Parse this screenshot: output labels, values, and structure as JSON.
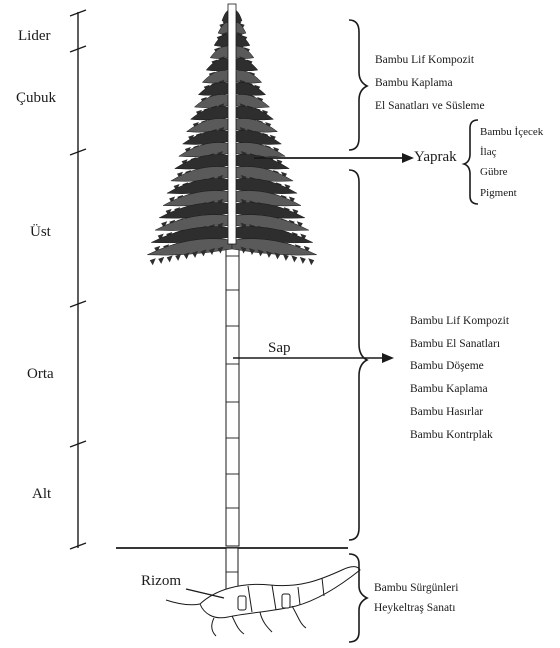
{
  "diagram": {
    "segments": [
      "Lider",
      "Çubuk",
      "Üst",
      "Orta",
      "Alt"
    ],
    "parts": {
      "leaf": "Yaprak",
      "culm": "Sap",
      "rhizome": "Rizom"
    },
    "uses": {
      "crown": [
        "Bambu Lif Kompozit",
        "Bambu Kaplama",
        "El Sanatları ve Süsleme"
      ],
      "leaf": [
        "Bambu İçecek",
        "İlaç",
        "Gübre",
        "Pigment"
      ],
      "culm": [
        "Bambu Lif Kompozit",
        "Bambu El Sanatları",
        "Bambu Döşeme",
        "Bambu Kaplama",
        "Bambu Hasırlar",
        "Bambu Kontrplak"
      ],
      "rhizome": [
        "Bambu Sürgünleri",
        "Heykeltraş Sanatı"
      ]
    },
    "colors": {
      "ink": "#1a1a1a",
      "foliage": "#5a5a5a",
      "foliage_dark": "#2e2e2e",
      "culm_fill": "#ffffff"
    }
  }
}
